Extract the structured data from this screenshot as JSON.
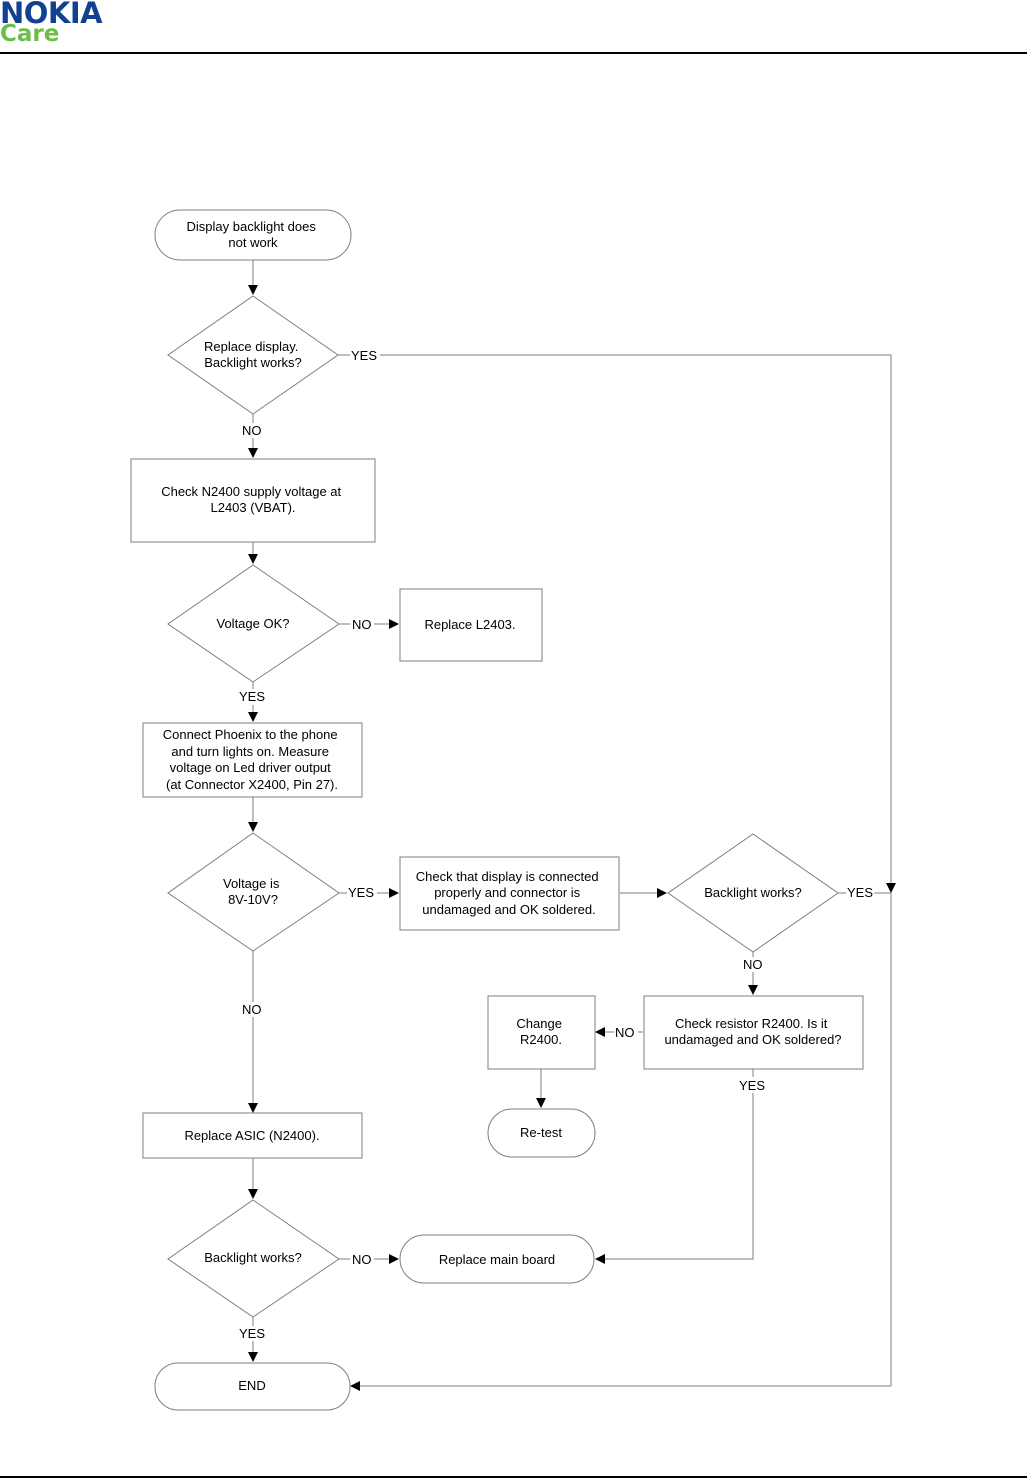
{
  "header": {
    "brand": "NOKIA",
    "sub_brand": "Care",
    "colors": {
      "brand": "#124191",
      "sub_brand": "#6cbd45"
    }
  },
  "flowchart": {
    "nodes": {
      "start": [
        "Display backlight does",
        "not work"
      ],
      "q_replace_display": [
        "Replace display.",
        "Backlight works?"
      ],
      "check_supply": [
        "Check N2400 supply voltage at",
        "L2403 (VBAT)."
      ],
      "q_voltage_ok": [
        "Voltage OK?"
      ],
      "replace_l2403": [
        "Replace L2403."
      ],
      "connect_phoenix": [
        "Connect Phoenix to the phone",
        "and turn lights on. Measure",
        "voltage on Led driver output",
        "(at Connector X2400, Pin 27)."
      ],
      "q_voltage_range": [
        "Voltage is",
        "8V-10V?"
      ],
      "check_display_conn": [
        "Check that display is connected",
        "properly and connector is",
        "undamaged and OK soldered."
      ],
      "q_backlight_2": [
        "Backlight works?"
      ],
      "check_r2400": [
        "Check resistor R2400. Is it",
        "undamaged and OK soldered?"
      ],
      "change_r2400": [
        "Change",
        "R2400."
      ],
      "retest": [
        "Re-test"
      ],
      "replace_asic": [
        "Replace ASIC (N2400)."
      ],
      "q_backlight_3": [
        "Backlight works?"
      ],
      "replace_main": [
        "Replace main board"
      ],
      "end": [
        "END"
      ]
    },
    "edge_labels": {
      "q1_yes": "YES",
      "q1_no": "NO",
      "q2_no": "NO",
      "q2_yes": "YES",
      "q3_yes": "YES",
      "q3_no": "NO",
      "q4_yes": "YES",
      "q4_no": "NO",
      "r2400_no": "NO",
      "r2400_yes": "YES",
      "q5_no": "NO",
      "q5_yes": "YES"
    }
  }
}
